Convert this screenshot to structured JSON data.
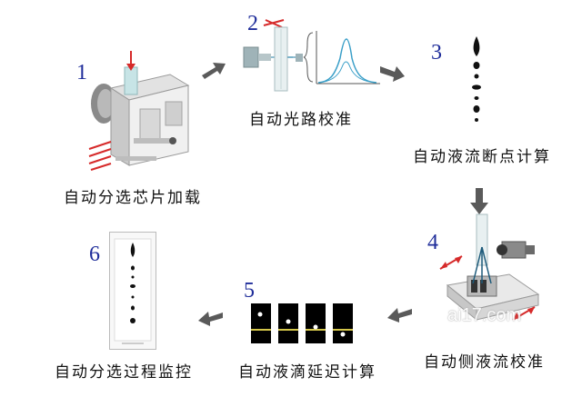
{
  "steps": [
    {
      "number": "1",
      "label": "自动分选芯片加载"
    },
    {
      "number": "2",
      "label": "自动光路校准"
    },
    {
      "number": "3",
      "label": "自动液流断点计算"
    },
    {
      "number": "4",
      "label": "自动侧液流校准"
    },
    {
      "number": "5",
      "label": "自动液滴延迟计算"
    },
    {
      "number": "6",
      "label": "自动分选过程监控"
    }
  ],
  "watermark": "ai17.com",
  "colors": {
    "step_number": "#1f2d9a",
    "arrow": "#5a5a5a",
    "red_marker": "#d62a2a",
    "curve": "#3a9fc8"
  }
}
